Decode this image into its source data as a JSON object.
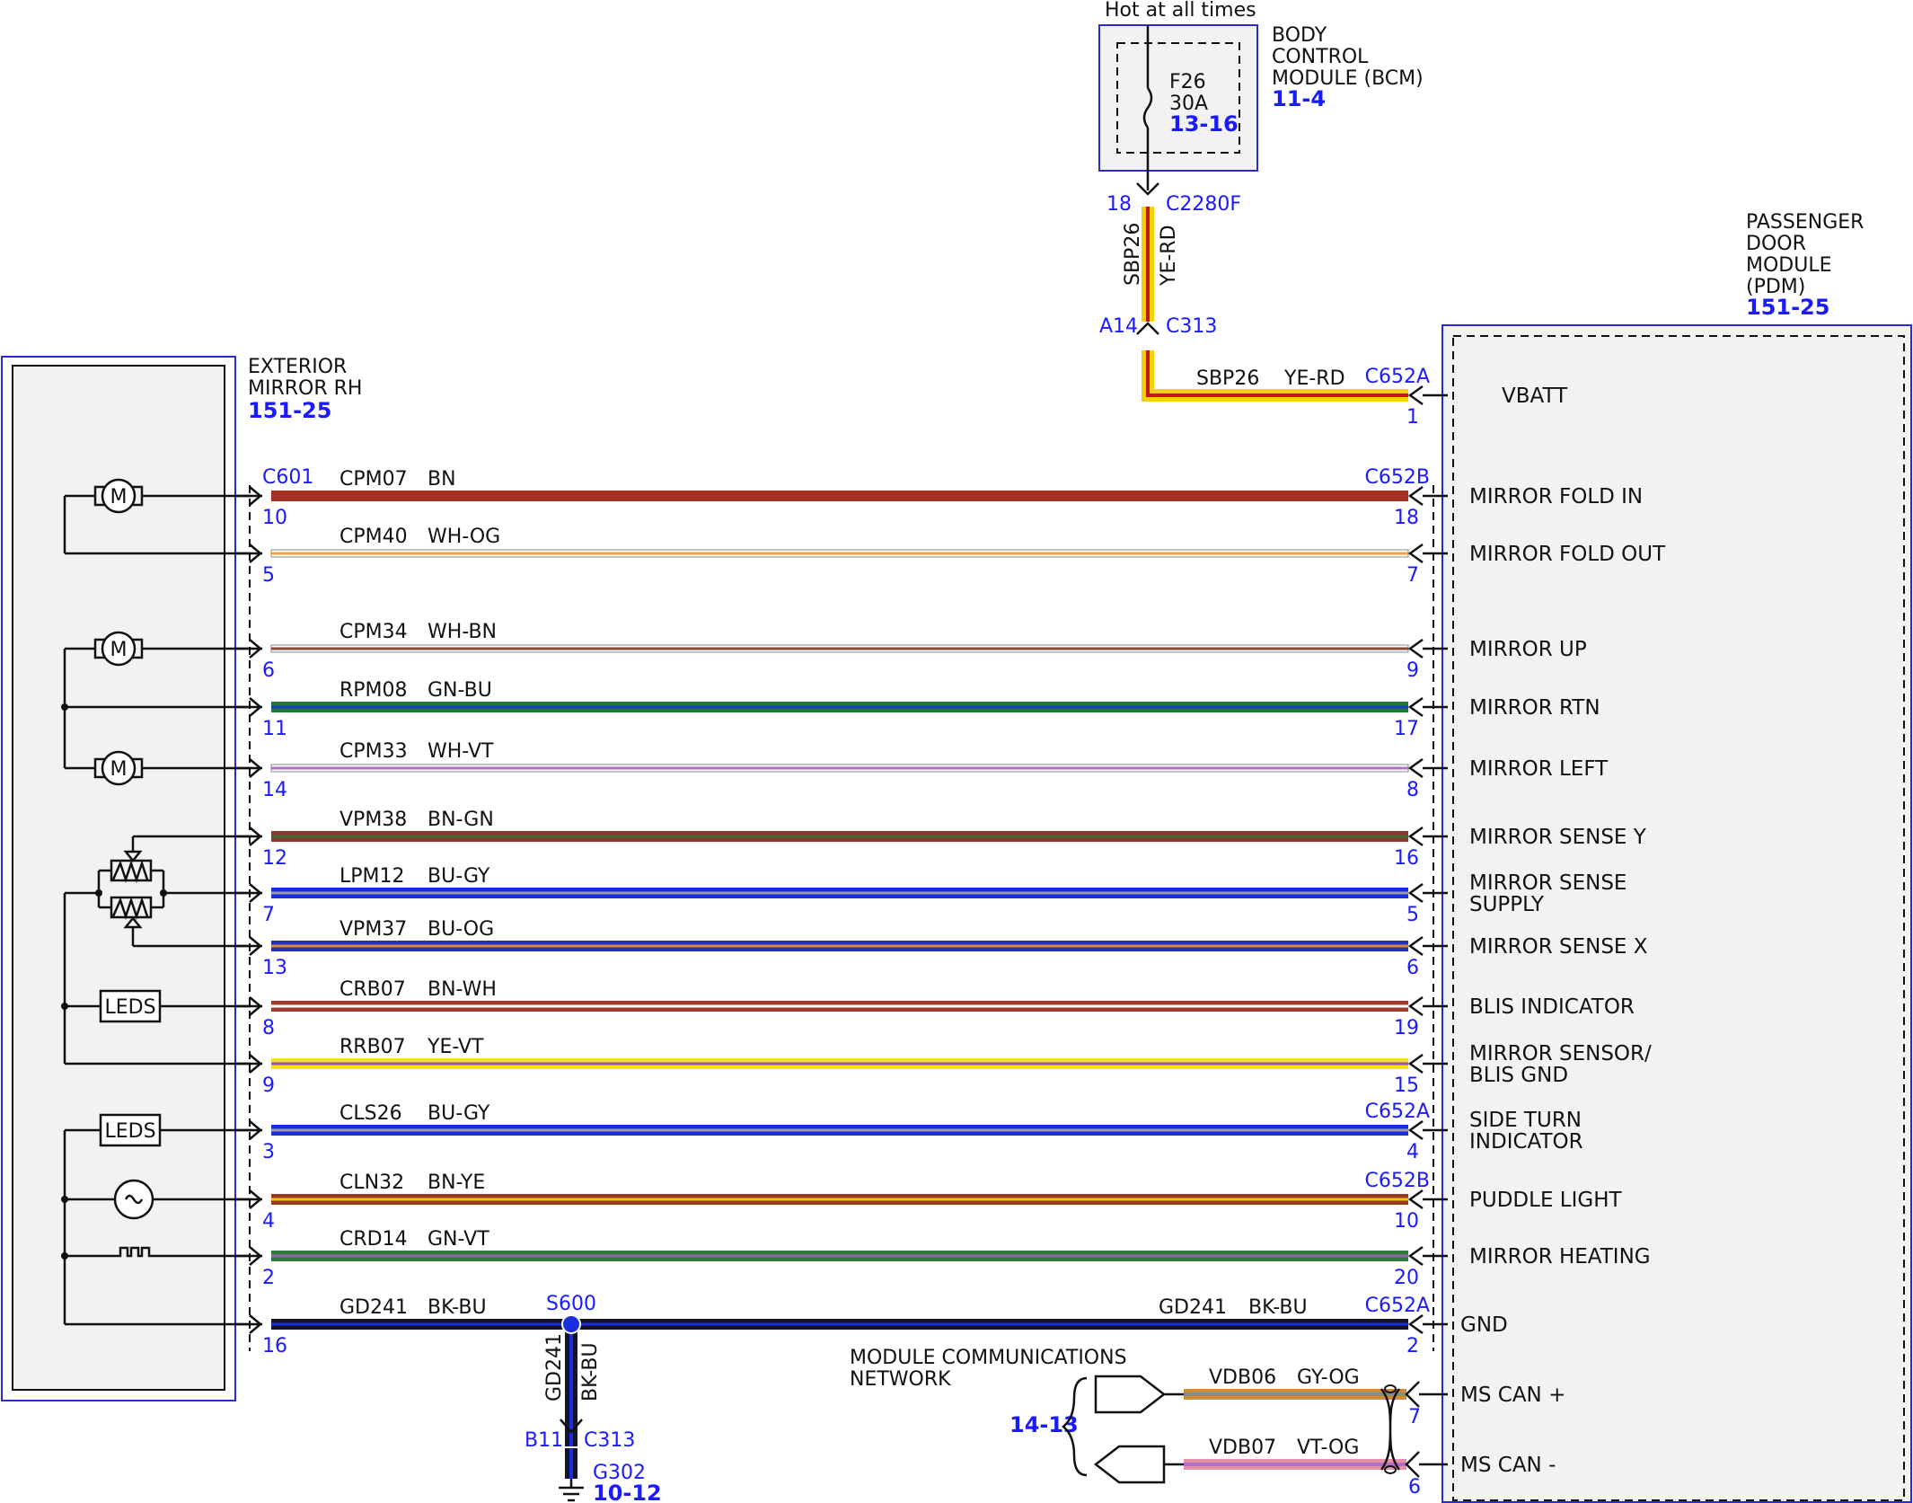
{
  "bcm": {
    "hot_label": "Hot at all times",
    "name_lines": [
      "BODY",
      "CONTROL",
      "MODULE (BCM)"
    ],
    "ref": "11-4",
    "fuse_name": "F26",
    "fuse_rating": "30A",
    "fuse_ref": "13-16",
    "pin_top": "18",
    "connector_top": "C2280F",
    "pin_inline": "A14",
    "connector_inline": "C313",
    "wire_circuit": "SBP26",
    "wire_color": "YE-RD"
  },
  "mirror": {
    "name_lines": [
      "EXTERIOR",
      "MIRROR RH"
    ],
    "ref": "151-25",
    "connector": "C601",
    "leds_label": "LEDS",
    "motor_label": "M"
  },
  "pdm": {
    "name_lines": [
      "PASSENGER",
      "DOOR",
      "MODULE",
      "(PDM)"
    ],
    "ref": "151-25"
  },
  "wires": [
    {
      "circuit": "SBP26",
      "color": "YE-RD",
      "left_pin": "",
      "right_pin": "1",
      "right_conn": "C652A",
      "signal": [
        "VBATT"
      ],
      "c1": "#f2d200",
      "c2": "#c21a1a"
    },
    {
      "circuit": "CPM07",
      "color": "BN",
      "left_pin": "10",
      "right_pin": "18",
      "right_conn": "C652B",
      "signal": [
        "MIRROR FOLD IN"
      ],
      "c1": "#a63025",
      "c2": "#a63025"
    },
    {
      "circuit": "CPM40",
      "color": "WH-OG",
      "left_pin": "5",
      "right_pin": "7",
      "right_conn": "",
      "signal": [
        "MIRROR FOLD OUT"
      ],
      "c1": "#ffffff",
      "c2": "#f2a040"
    },
    {
      "circuit": "CPM34",
      "color": "WH-BN",
      "left_pin": "6",
      "right_pin": "9",
      "right_conn": "",
      "signal": [
        "MIRROR UP"
      ],
      "c1": "#ffffff",
      "c2": "#8a4a35"
    },
    {
      "circuit": "RPM08",
      "color": "GN-BU",
      "left_pin": "11",
      "right_pin": "17",
      "right_conn": "",
      "signal": [
        "MIRROR RTN"
      ],
      "c1": "#1f7a3a",
      "c2": "#1a3cc8"
    },
    {
      "circuit": "CPM33",
      "color": "WH-VT",
      "left_pin": "14",
      "right_pin": "8",
      "right_conn": "",
      "signal": [
        "MIRROR LEFT"
      ],
      "c1": "#ffffff",
      "c2": "#b070c8"
    },
    {
      "circuit": "VPM38",
      "color": "BN-GN",
      "left_pin": "12",
      "right_pin": "16",
      "right_conn": "",
      "signal": [
        "MIRROR SENSE Y"
      ],
      "c1": "#8a3a2a",
      "c2": "#3a6a30"
    },
    {
      "circuit": "LPM12",
      "color": "BU-GY",
      "left_pin": "7",
      "right_pin": "5",
      "right_conn": "",
      "signal": [
        "MIRROR SENSE",
        "SUPPLY"
      ],
      "c1": "#1a2ee0",
      "c2": "#9a9aa8"
    },
    {
      "circuit": "VPM37",
      "color": "BU-OG",
      "left_pin": "13",
      "right_pin": "6",
      "right_conn": "",
      "signal": [
        "MIRROR SENSE X"
      ],
      "c1": "#2030c0",
      "c2": "#e08a30"
    },
    {
      "circuit": "CRB07",
      "color": "BN-WH",
      "left_pin": "8",
      "right_pin": "19",
      "right_conn": "",
      "signal": [
        "BLIS INDICATOR"
      ],
      "c1": "#a03a30",
      "c2": "#ffffff"
    },
    {
      "circuit": "RRB07",
      "color": "YE-VT",
      "left_pin": "9",
      "right_pin": "15",
      "right_conn": "",
      "signal": [
        "MIRROR SENSOR/",
        "BLIS GND"
      ],
      "c1": "#f5e020",
      "c2": "#9a50b0"
    },
    {
      "circuit": "CLS26",
      "color": "BU-GY",
      "left_pin": "3",
      "right_pin": "4",
      "right_conn": "C652A",
      "signal": [
        "SIDE TURN",
        "INDICATOR"
      ],
      "c1": "#1a2ee0",
      "c2": "#9a9aa8"
    },
    {
      "circuit": "CLN32",
      "color": "BN-YE",
      "left_pin": "4",
      "right_pin": "10",
      "right_conn": "C652B",
      "signal": [
        "PUDDLE LIGHT"
      ],
      "c1": "#9a3a20",
      "c2": "#f0c020"
    },
    {
      "circuit": "CRD14",
      "color": "GN-VT",
      "left_pin": "2",
      "right_pin": "20",
      "right_conn": "",
      "signal": [
        "MIRROR HEATING"
      ],
      "c1": "#2f7a3a",
      "c2": "#9a60b0"
    },
    {
      "circuit": "GD241",
      "color": "BK-BU",
      "left_pin": "16",
      "right_pin": "2",
      "right_conn": "C652A",
      "signal": [
        "GND"
      ],
      "c1": "#141428",
      "c2": "#1a2ee0"
    }
  ],
  "ground": {
    "splice": "S600",
    "circuit": "GD241",
    "color": "BK-BU",
    "pin": "B11",
    "connector": "C313",
    "ground_id": "G302",
    "ground_ref": "10-12"
  },
  "network": {
    "title_lines": [
      "MODULE COMMUNICATIONS",
      "NETWORK"
    ],
    "ref": "14-13",
    "can_plus": {
      "circuit": "VDB06",
      "color": "GY-OG",
      "pin": "7",
      "signal": "MS CAN +"
    },
    "can_minus": {
      "circuit": "VDB07",
      "color": "VT-OG",
      "pin": "6",
      "signal": "MS CAN -"
    }
  }
}
